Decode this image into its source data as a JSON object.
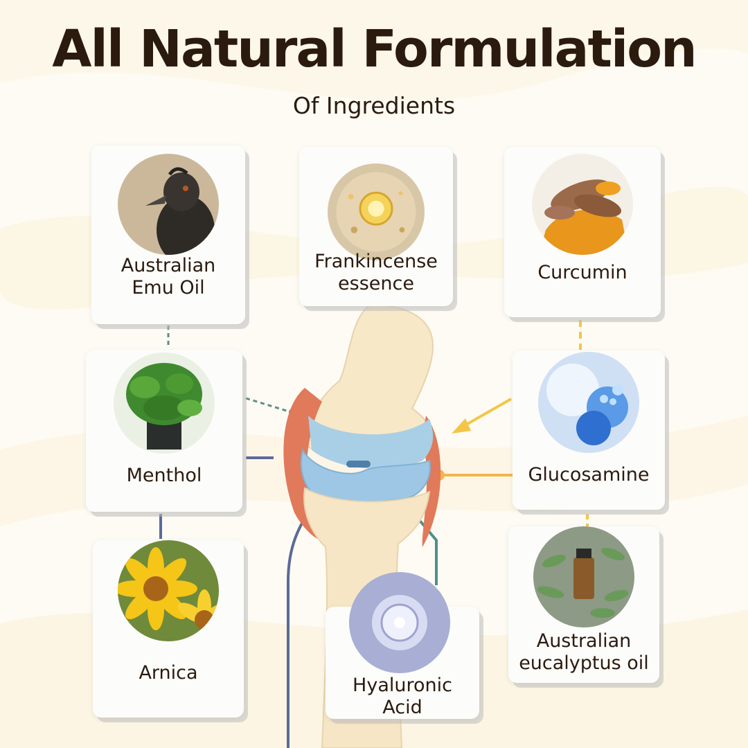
{
  "header": {
    "title": "All Natural Formulation",
    "subtitle": "Of Ingredients"
  },
  "ingredients": {
    "emu_oil": {
      "line1": "Australian",
      "line2": "Emu Oil"
    },
    "frankincense": {
      "line1": "Frankincense",
      "line2": "essence"
    },
    "curcumin": {
      "line1": "Curcumin"
    },
    "menthol": {
      "line1": "Menthol"
    },
    "glucosamine": {
      "line1": "Glucosamine"
    },
    "arnica": {
      "line1": "Arnica"
    },
    "hyaluronic": {
      "line1": "Hyaluronic",
      "line2": "Acid"
    },
    "eucalyptus": {
      "line1": "Australian",
      "line2": "eucalyptus oil"
    }
  },
  "colors": {
    "title": "#2b1a0e",
    "accent_yellow": "#f3c64a",
    "accent_slate": "#5b6a9a",
    "accent_teal": "#4f8f88"
  }
}
